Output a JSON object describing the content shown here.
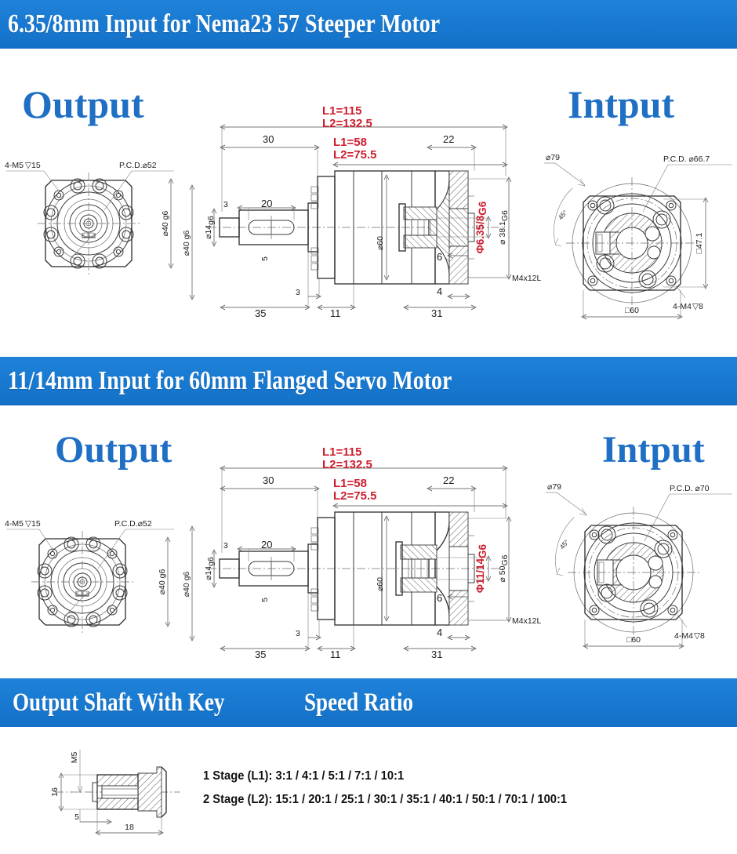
{
  "banners": {
    "section1": "6.35/8mm Input for Nema23 57 Steeper Motor",
    "section2": "11/14mm Input for 60mm Flanged Servo Motor",
    "section3_left": "Output Shaft With Key",
    "section3_right": "Speed Ratio"
  },
  "colors": {
    "banner_blue": "#1878d0",
    "heading_blue": "#1f6fc4",
    "dimension_red": "#cc1f2e",
    "line_gray": "#3c3c3c"
  },
  "section1": {
    "label_output": "Output",
    "label_input": "Intput",
    "output_flange": {
      "bolt_callout": "4-M5",
      "bolt_depth_symbol": "▽",
      "bolt_depth": "15",
      "pcd": "P.C.D.⌀52",
      "flange_dia": "⌀40 g6"
    },
    "cross_section": {
      "overall_red_1": "L1=115",
      "overall_red_2": "L2=132.5",
      "body_red_1": "L1=58",
      "body_red_2": "L2=75.5",
      "dim_30": "30",
      "dim_3a": "3",
      "dim_20": "20",
      "dim_5": "5",
      "dim_35": "35",
      "dim_3b": "3",
      "dim_11": "11",
      "dim_22": "22",
      "dim_6": "6",
      "dim_4": "4",
      "dim_31": "31",
      "shaft_dia": "⌀14",
      "shaft_tol": "g6",
      "body_dia": "⌀60",
      "input_bore_red": "Φ6.35/8",
      "input_bore_tol": "G6",
      "pilot_dia": "⌀ 38.1",
      "pilot_tol": "G6",
      "screw": "M4x12L"
    },
    "input_flange": {
      "outer_dia": "⌀79",
      "angle": "45°",
      "pcd": "P.C.D. ⌀66.7",
      "square_inner": "□47.1",
      "bolt_callout": "4-M4",
      "bolt_depth_symbol": "▽",
      "bolt_depth": "8",
      "square_outer": "□60"
    }
  },
  "section2": {
    "label_output": "Output",
    "label_input": "Intput",
    "output_flange": {
      "bolt_callout": "4-M5",
      "bolt_depth_symbol": "▽",
      "bolt_depth": "15",
      "pcd": "P.C.D.⌀52",
      "flange_dia": "⌀40 g6"
    },
    "cross_section": {
      "overall_red_1": "L1=115",
      "overall_red_2": "L2=132.5",
      "body_red_1": "L1=58",
      "body_red_2": "L2=75.5",
      "dim_30": "30",
      "dim_3a": "3",
      "dim_20": "20",
      "dim_5": "5",
      "dim_35": "35",
      "dim_3b": "3",
      "dim_11": "11",
      "dim_22": "22",
      "dim_6": "6",
      "dim_4": "4",
      "dim_31": "31",
      "shaft_dia": "⌀14",
      "shaft_tol": "g6",
      "body_dia": "⌀60",
      "input_bore_red": "Φ11/14",
      "input_bore_tol": "G6",
      "pilot_dia": "⌀ 50",
      "pilot_tol": "G6",
      "screw": "M4x12L"
    },
    "input_flange": {
      "outer_dia": "⌀79",
      "angle": "45°",
      "pcd": "P.C.D. ⌀70",
      "bolt_callout": "4-M4",
      "bolt_depth_symbol": "▽",
      "bolt_depth": "8",
      "square_outer": "□60"
    }
  },
  "section3": {
    "key_detail": {
      "thread": "M5",
      "dim_16": "16",
      "dim_5": "5",
      "dim_18": "18"
    },
    "speed_ratio": {
      "line1": "1 Stage (L1): 3:1 / 4:1 / 5:1 / 7:1 / 10:1",
      "line2": "2 Stage (L2): 15:1 / 20:1 / 25:1 / 30:1 / 35:1 / 40:1 / 50:1 / 70:1 / 100:1"
    }
  }
}
